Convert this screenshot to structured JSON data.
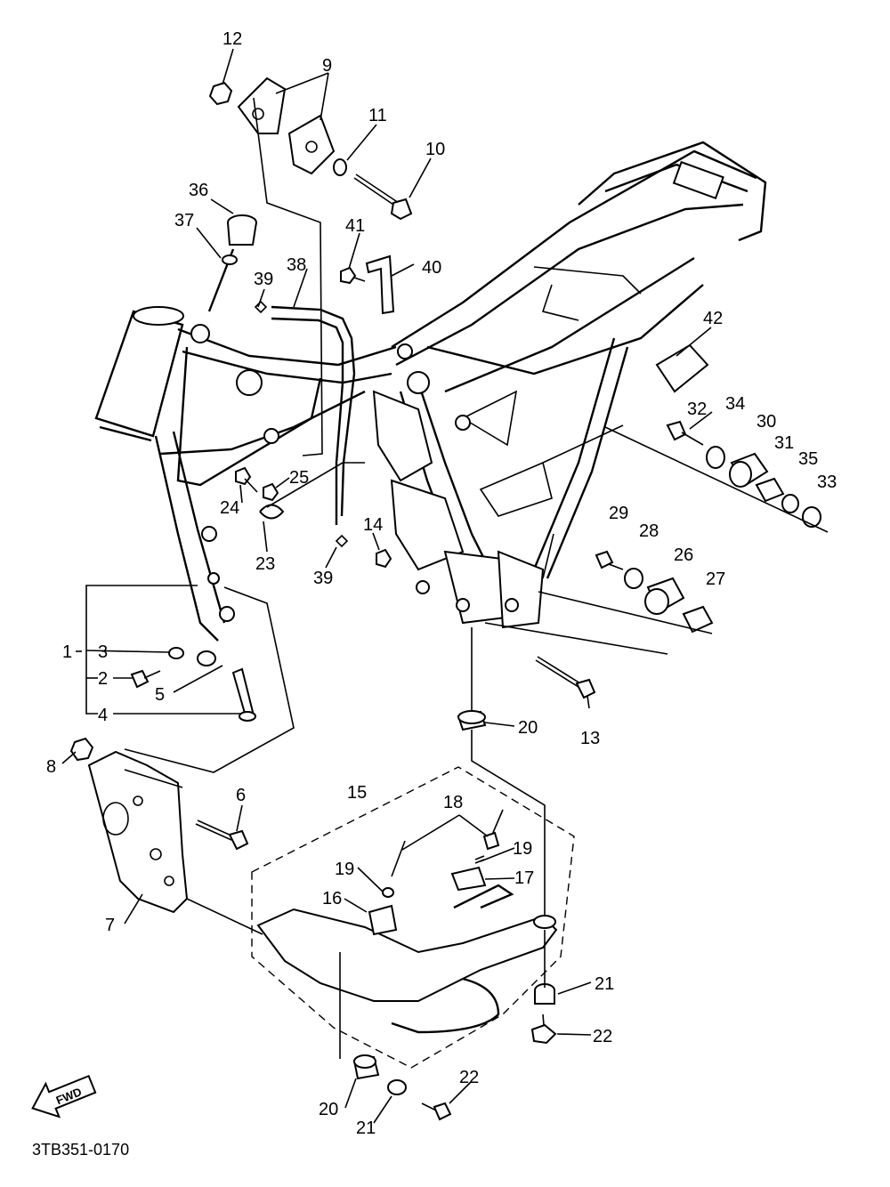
{
  "diagram": {
    "code": "3TB351-0170",
    "direction_label": "FWD",
    "callouts": [
      "1",
      "2",
      "3",
      "4",
      "5",
      "6",
      "7",
      "8",
      "9",
      "10",
      "11",
      "12",
      "13",
      "14",
      "15",
      "16",
      "17",
      "18",
      "19",
      "20",
      "21",
      "22",
      "23",
      "24",
      "25",
      "26",
      "27",
      "28",
      "29",
      "30",
      "31",
      "32",
      "33",
      "34",
      "35",
      "36",
      "37",
      "38",
      "39",
      "40",
      "41",
      "42"
    ]
  }
}
